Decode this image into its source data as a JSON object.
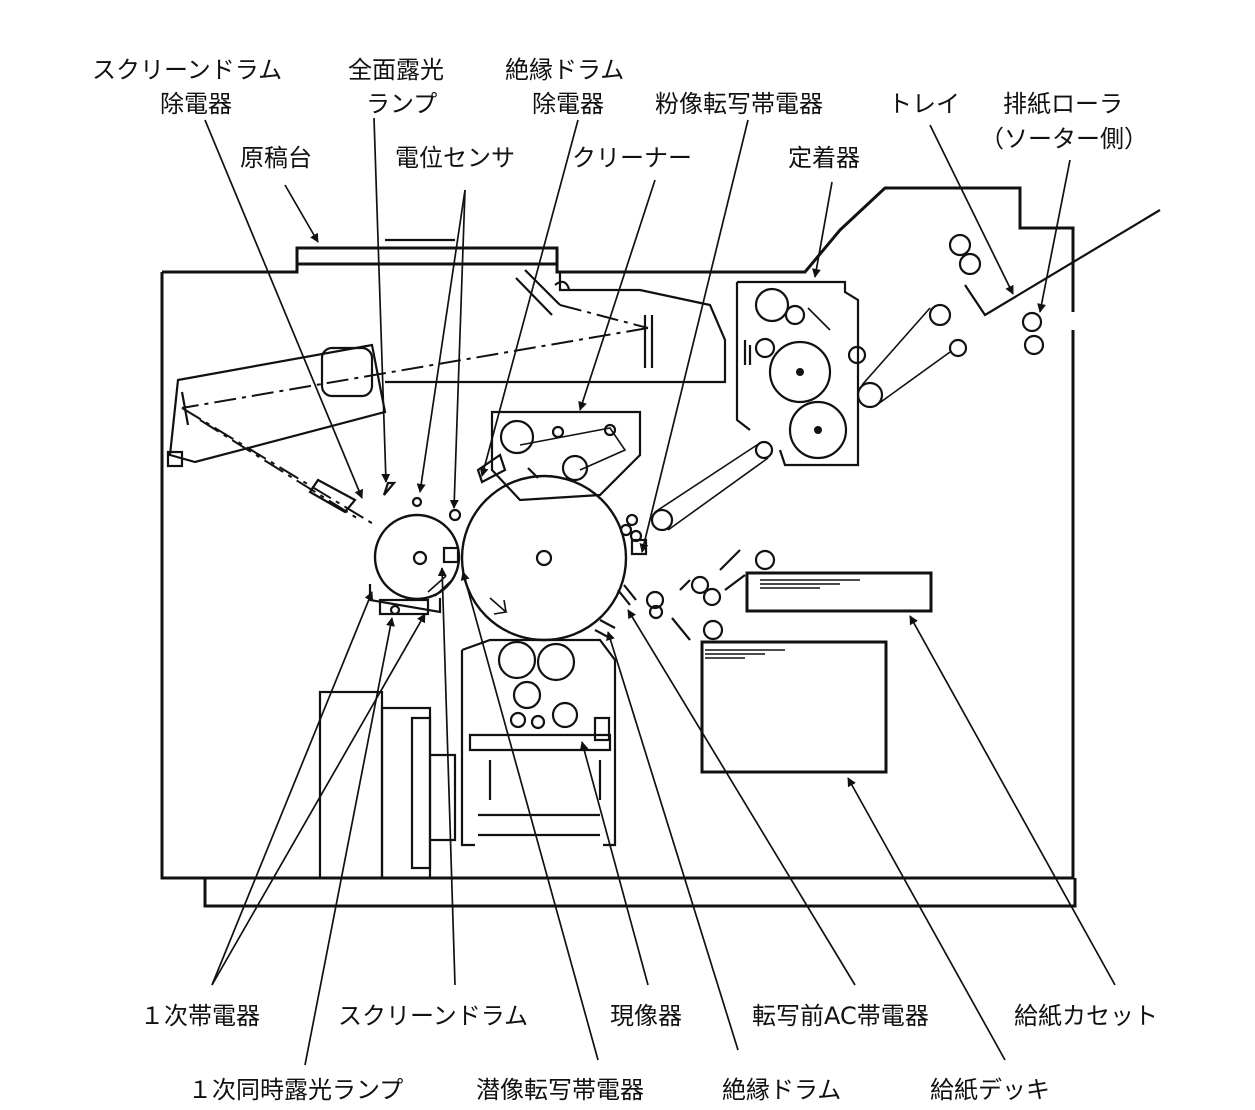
{
  "labels": {
    "screen_drum_discharger_1": "スクリーンドラム",
    "screen_drum_discharger_2": "除電器",
    "full_exposure_lamp_1": "全面露光",
    "full_exposure_lamp_2": "ランプ",
    "insulating_drum_discharger_1": "絶縁ドラム",
    "insulating_drum_discharger_2": "除電器",
    "powder_image_transfer_charger": "粉像転写帯電器",
    "tray": "トレイ",
    "exit_roller_1": "排紙ローラ",
    "exit_roller_2": "（ソーター側）",
    "document_table": "原稿台",
    "potential_sensor": "電位センサ",
    "cleaner": "クリーナー",
    "fixing_unit": "定着器",
    "primary_charger": "１次帯電器",
    "screen_drum": "スクリーンドラム",
    "developer": "現像器",
    "pre_transfer_ac_charger": "転写前AC帯電器",
    "paper_cassette": "給紙カセット",
    "primary_simultaneous_exposure_lamp": "１次同時露光ランプ",
    "latent_image_transfer_charger": "潜像転写帯電器",
    "insulating_drum": "絶縁ドラム",
    "paper_deck": "給紙デッキ"
  }
}
